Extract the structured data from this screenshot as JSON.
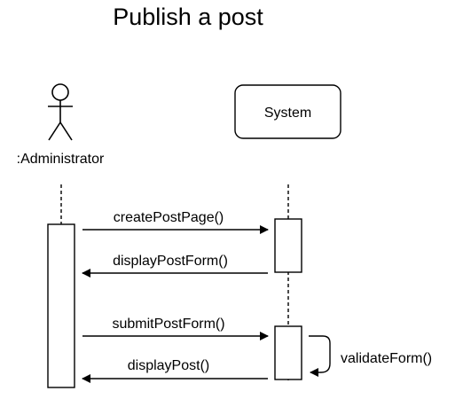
{
  "diagram": {
    "title": "Publish a post",
    "actor": {
      "label": ":Administrator"
    },
    "system": {
      "label": "System"
    },
    "messages": [
      {
        "label": "createPostPage()",
        "direction": "to-system",
        "style": "solid"
      },
      {
        "label": "displayPostForm()",
        "direction": "to-actor",
        "style": "solid"
      },
      {
        "label": "submitPostForm()",
        "direction": "to-system",
        "style": "solid"
      },
      {
        "label": "validateForm()",
        "direction": "self",
        "style": "solid"
      },
      {
        "label": "displayPost()",
        "direction": "to-actor",
        "style": "solid"
      }
    ]
  }
}
